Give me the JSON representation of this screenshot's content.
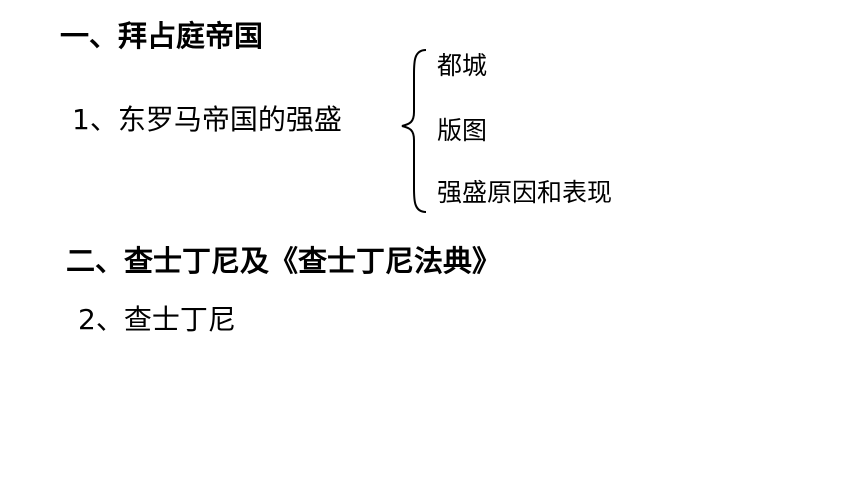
{
  "slide": {
    "heading_1": "一、拜占庭帝国",
    "subheading_1": "1、东罗马帝国的强盛",
    "brace_items": [
      "都城",
      "版图",
      "强盛原因和表现"
    ],
    "heading_2": "二、查士丁尼及《查士丁尼法典》",
    "subheading_2": "2、查士丁尼"
  }
}
